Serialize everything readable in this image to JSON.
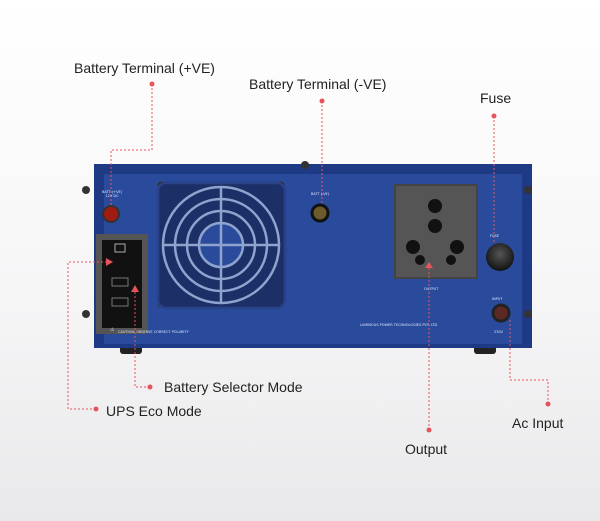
{
  "labels": {
    "battery_positive": "Battery Terminal (+VE)",
    "battery_negative": "Battery Terminal (-VE)",
    "fuse": "Fuse",
    "battery_selector": "Battery Selector Mode",
    "ups_eco": "UPS Eco Mode",
    "output": "Output",
    "ac_input": "Ac Input"
  },
  "panel_text": {
    "batt_pos": "BATT (+VE) 12V DC",
    "batt_neg": "BATT (-VE)",
    "fuse": "FUSE",
    "output": "OUTPUT",
    "input": "INPUT",
    "input_voltage": "230V",
    "caution": "CAUTION: OBSERVE CORRECT POLARITY",
    "maker": "LUMINOUS POWER TECHNOLOGIES PVT. LTD"
  },
  "colors": {
    "panel": "#2a4b9c",
    "callout": "#e5545a"
  }
}
